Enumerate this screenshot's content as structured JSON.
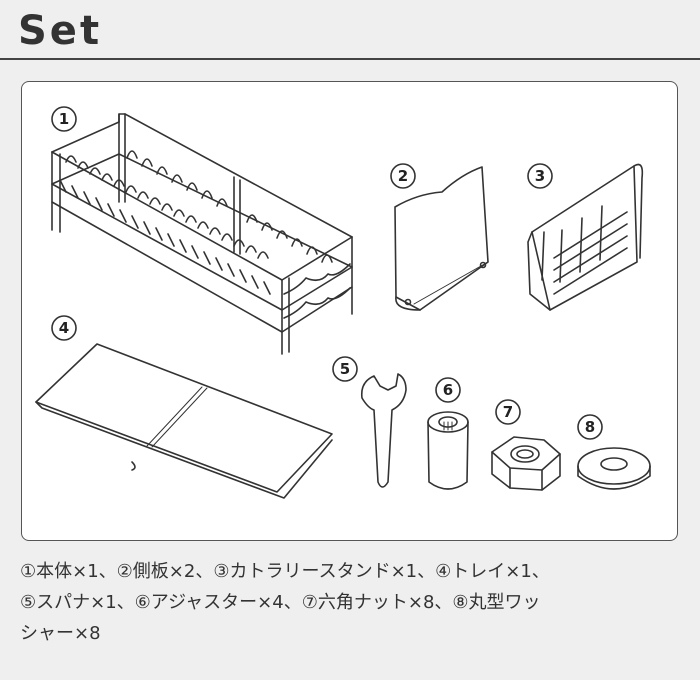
{
  "header": {
    "title": "Set"
  },
  "items": [
    {
      "number": "1",
      "icon": "dish-rack-icon"
    },
    {
      "number": "2",
      "icon": "side-panel-icon"
    },
    {
      "number": "3",
      "icon": "cutlery-stand-icon"
    },
    {
      "number": "4",
      "icon": "tray-icon"
    },
    {
      "number": "5",
      "icon": "wrench-icon"
    },
    {
      "number": "6",
      "icon": "adjuster-icon"
    },
    {
      "number": "7",
      "icon": "hex-nut-icon"
    },
    {
      "number": "8",
      "icon": "washer-icon"
    }
  ],
  "description": {
    "line1": "①本体×1、②側板×2、③カトラリースタンド×1、④トレイ×1、",
    "line2": "⑤スパナ×1、⑥アジャスター×4、⑦六角ナット×8、⑧丸型ワッ",
    "line3": "シャー×8"
  },
  "colors": {
    "line": "#333333",
    "background": "#efefef",
    "panel": "#ffffff"
  }
}
